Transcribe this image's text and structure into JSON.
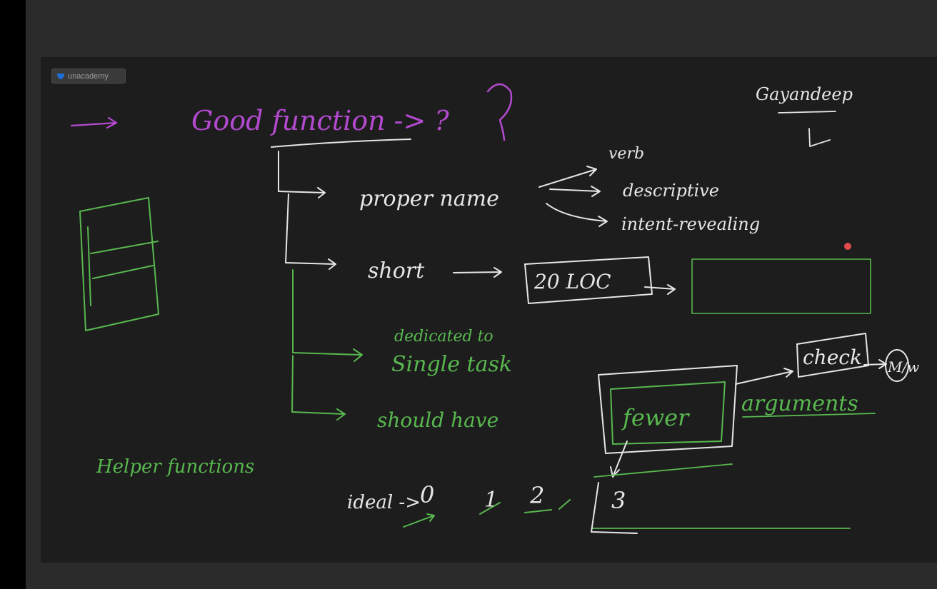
{
  "watermark": {
    "label": "unacademy",
    "icon": "unacademy-logo-icon"
  },
  "colors": {
    "ink_white": "#e6e6e6",
    "ink_purple": "#b44ad0",
    "ink_green": "#58b84f",
    "pointer_red": "#e04b4b",
    "board": "#1d1d1d",
    "frame": "#2b2b2b"
  },
  "notes": {
    "title": "Good function -> ?",
    "signature": "Gayandeep",
    "proper_name": "proper name",
    "verb": "verb",
    "descriptive": "descriptive",
    "intent_revealing": "intent-revealing",
    "short": "short",
    "loc": "20 LOC",
    "dedicated_line1": "dedicated to",
    "dedicated_line2": "Single task",
    "should_have": "should have",
    "fewer": "fewer",
    "arguments": "arguments",
    "check": "check",
    "m_w": "M/w",
    "helper": "Helper functions",
    "ideal": "ideal ->",
    "n0": "0",
    "n1": "1",
    "n2": "2",
    "n3": "3"
  }
}
